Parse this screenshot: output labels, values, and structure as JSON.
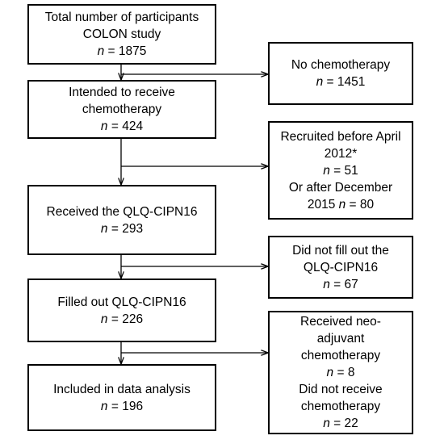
{
  "main_boxes": [
    {
      "id": "total",
      "lines": [
        "Total number of participants",
        "COLON study"
      ],
      "n": "1875"
    },
    {
      "id": "intended",
      "lines": [
        "Intended to receive",
        "chemotherapy"
      ],
      "n": "424"
    },
    {
      "id": "received",
      "lines": [
        "Received the QLQ-CIPN16"
      ],
      "n": "293"
    },
    {
      "id": "filled",
      "lines": [
        "Filled out QLQ-CIPN16"
      ],
      "n": "226"
    },
    {
      "id": "included",
      "lines": [
        "Included in data analysis"
      ],
      "n": "196"
    }
  ],
  "side_boxes": [
    {
      "id": "no-chemo",
      "lines": [
        {
          "text": "No chemotherapy"
        },
        {
          "n": "1451"
        }
      ]
    },
    {
      "id": "recruited",
      "lines": [
        {
          "text": "Recruited before April"
        },
        {
          "text": "2012*"
        },
        {
          "n": "51"
        },
        {
          "text": "Or after December"
        },
        {
          "text": "2015 ",
          "n_after": "80"
        }
      ]
    },
    {
      "id": "did-not-fill",
      "lines": [
        {
          "text": "Did not fill out the"
        },
        {
          "text": "QLQ-CIPN16"
        },
        {
          "n": "67"
        }
      ]
    },
    {
      "id": "neo-adjuvant",
      "lines": [
        {
          "text": "Received neo-"
        },
        {
          "text": "adjuvant"
        },
        {
          "text": "chemotherapy"
        },
        {
          "n": "8"
        },
        {
          "text": "Did not receive"
        },
        {
          "text": "chemotherapy"
        },
        {
          "n": "22"
        }
      ]
    }
  ],
  "n_symbol": "n",
  "equals": " = "
}
